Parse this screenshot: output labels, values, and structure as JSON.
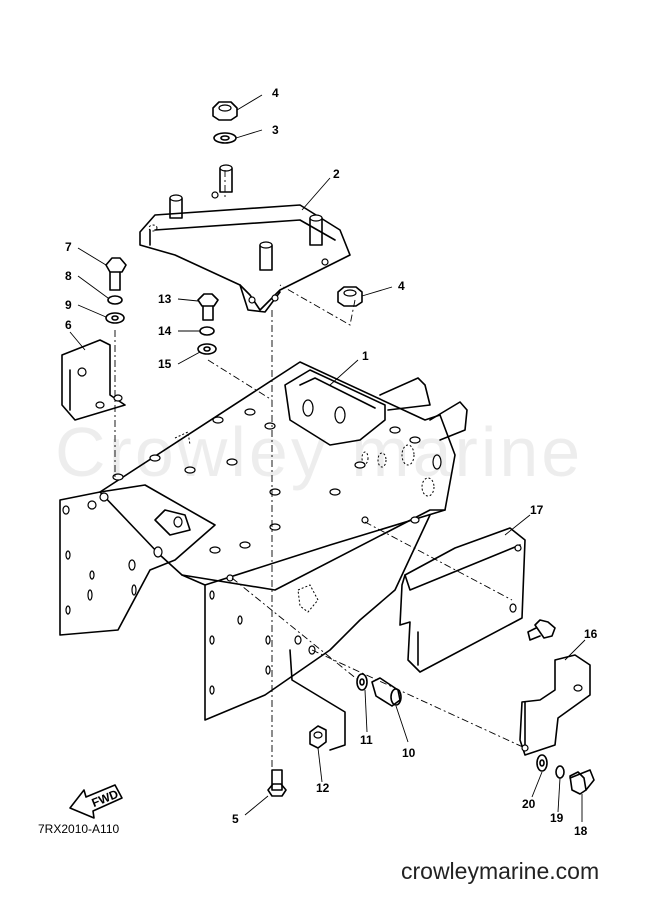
{
  "watermark": "Crowley marine",
  "diagram_code": "7RX2010-A110",
  "site": "crowleymarine.com",
  "fwd_label": "FWD",
  "callouts": [
    "1",
    "2",
    "3",
    "4",
    "4",
    "5",
    "6",
    "7",
    "8",
    "9",
    "10",
    "11",
    "12",
    "13",
    "14",
    "15",
    "16",
    "17",
    "18",
    "19",
    "20"
  ]
}
